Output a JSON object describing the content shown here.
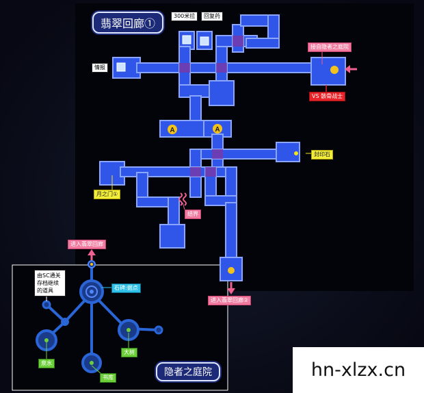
{
  "colors": {
    "background": "#05060f",
    "corridor": "#2f56e8",
    "corridor_edge": "#7fa0ff",
    "room_inner": "#2446c8",
    "junction": "#7b3aa6",
    "arrow_pink": "#f06090",
    "arrow_red": "#e8242a",
    "node_blue": "#2a66d8"
  },
  "map": {
    "title": "翡翠回廊①",
    "labels": {
      "item_300mila": "300米拉",
      "item_potion": "回复药",
      "intel": "情报",
      "to_hermit_garden": "接自隐者之庭院",
      "boss": "VS 骸骨战士",
      "seal_stone": "封印石",
      "moon_gate": "月之门①",
      "barrier": "结界",
      "to_corridor_2": "进入翡翠回廊②"
    },
    "markers": {
      "save_a1": "A",
      "save_a2": "A"
    }
  },
  "inset": {
    "title": "隐者之庭院",
    "labels": {
      "to_corridor": "进入翡翠回廊",
      "sc_note": "由SC通关存档继续的道具",
      "stone_monument": "石碑:据点",
      "spring": "泉水",
      "big_tree": "大树",
      "library": "书库"
    }
  },
  "watermark": "hn-xlzx.cn"
}
